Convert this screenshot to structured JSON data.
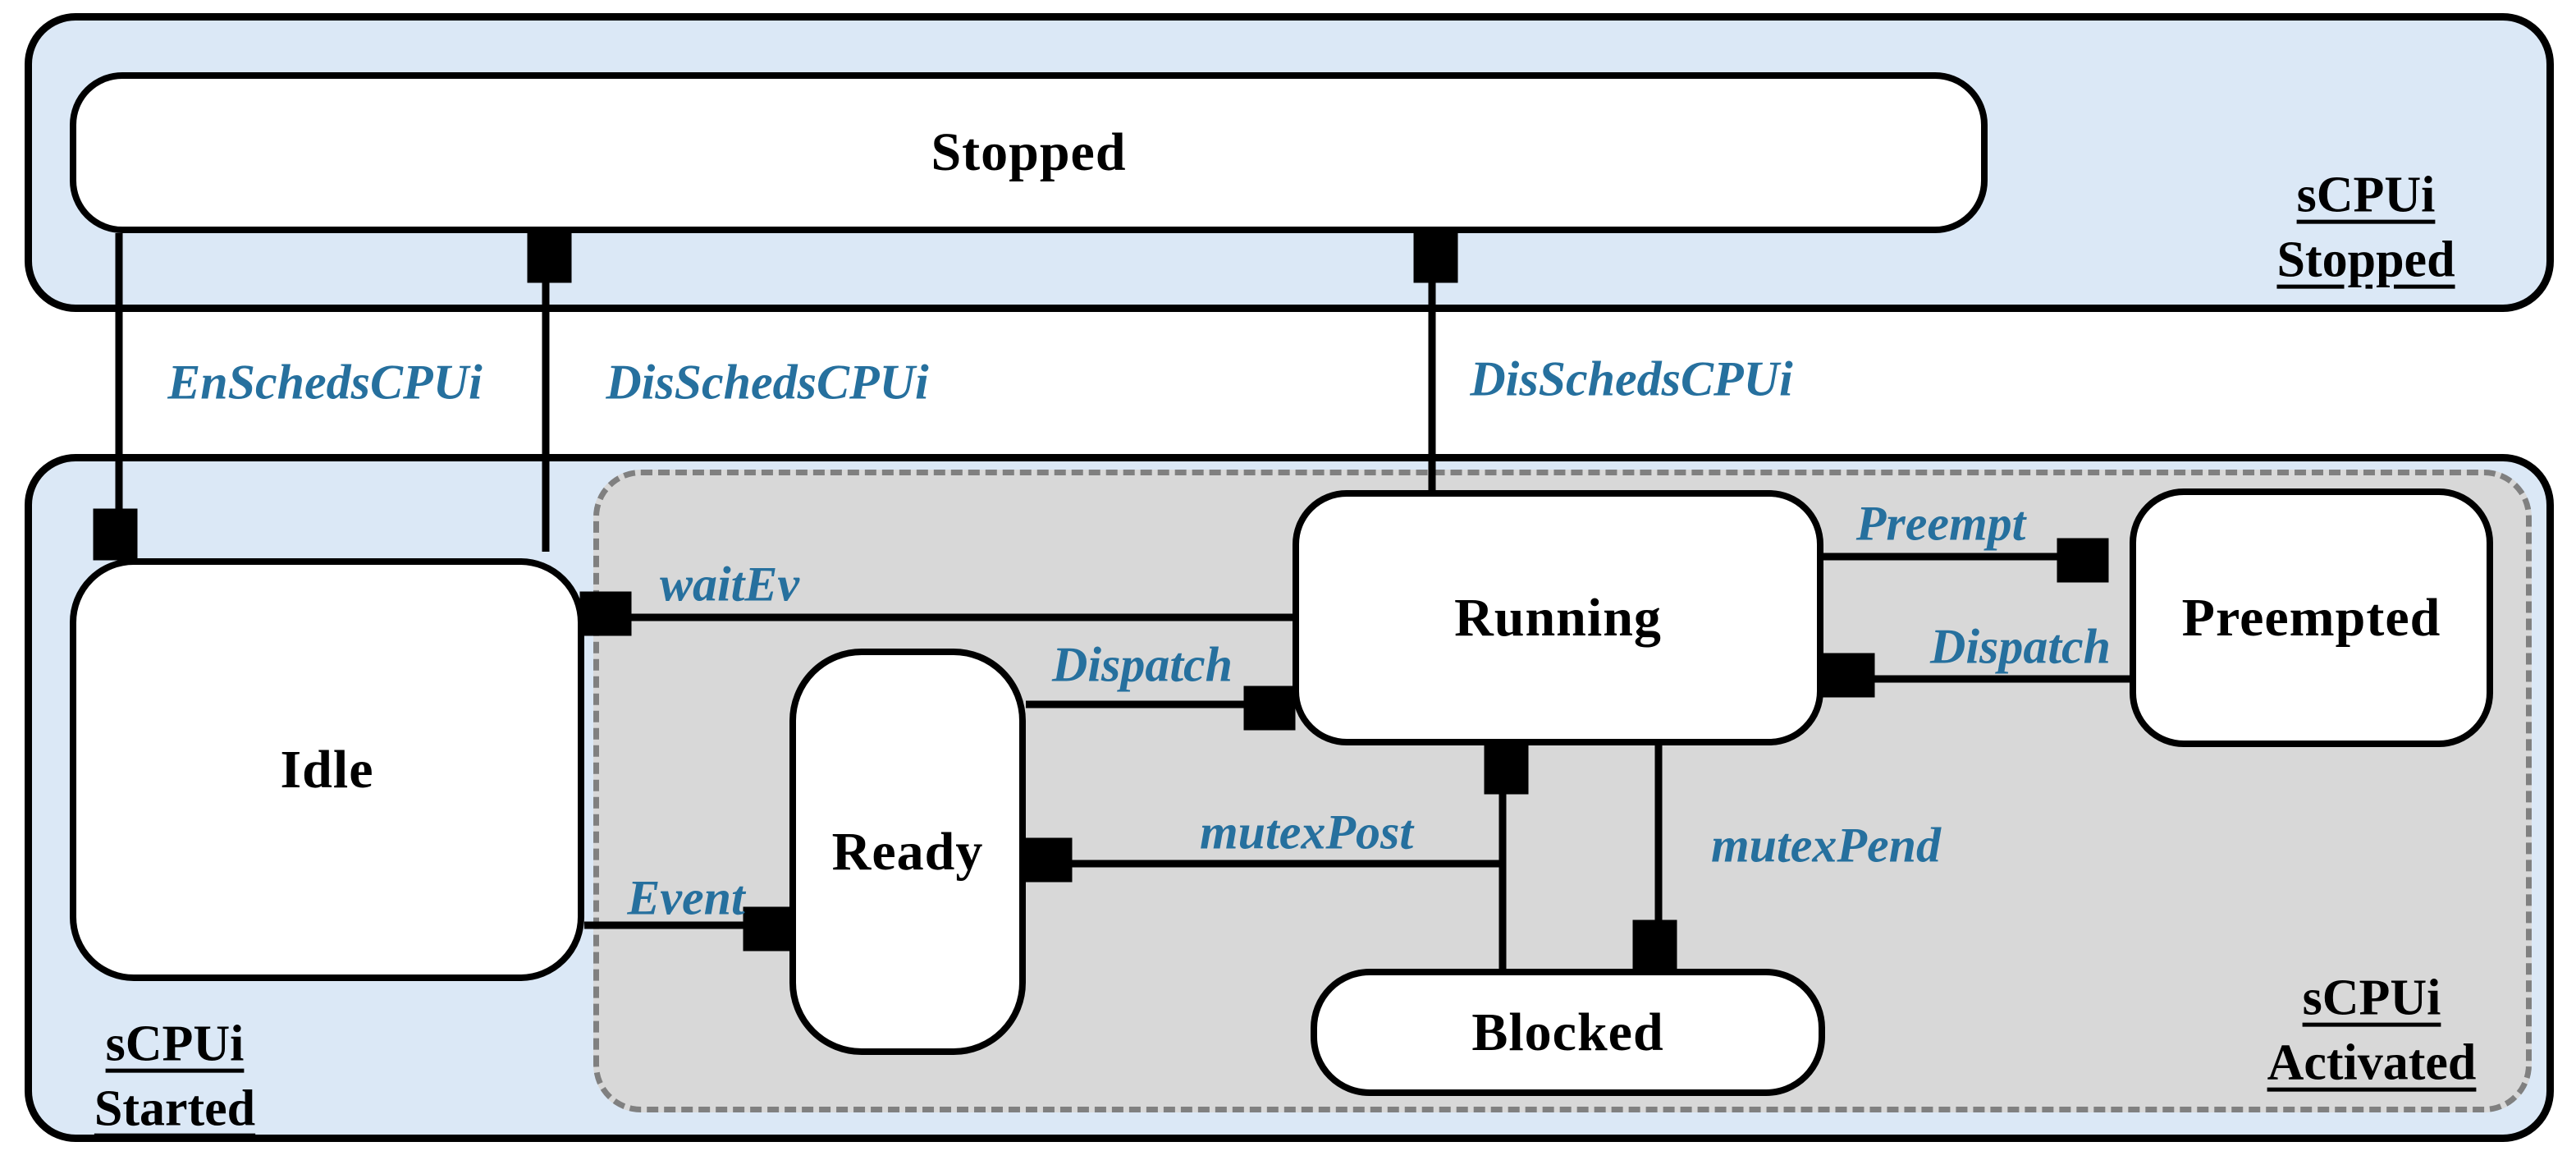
{
  "regions": {
    "stopped": {
      "lines": [
        "sCPUi",
        "Stopped"
      ]
    },
    "started": {
      "lines": [
        "sCPUi",
        "Started"
      ]
    },
    "activated": {
      "lines": [
        "sCPUi",
        "Activated"
      ]
    }
  },
  "states": {
    "stopped": {
      "label": "Stopped"
    },
    "idle": {
      "label": "Idle"
    },
    "ready": {
      "label": "Ready"
    },
    "running": {
      "label": "Running"
    },
    "preempted": {
      "label": "Preempted"
    },
    "blocked": {
      "label": "Blocked"
    }
  },
  "transitions": {
    "enscheds": {
      "label": "EnSchedsCPUi",
      "from": "Stopped",
      "to": "Idle"
    },
    "disscheds_left": {
      "label": "DisSchedsCPUi",
      "from": "Idle",
      "to": "Stopped"
    },
    "disscheds_right": {
      "label": "DisSchedsCPUi",
      "from": "Running",
      "to": "Stopped"
    },
    "waitev": {
      "label": "waitEv",
      "from": "Running",
      "to": "Idle"
    },
    "event": {
      "label": "Event",
      "from": "Idle",
      "to": "Ready"
    },
    "dispatch_ready": {
      "label": "Dispatch",
      "from": "Ready",
      "to": "Running"
    },
    "preempt": {
      "label": "Preempt",
      "from": "Running",
      "to": "Preempted"
    },
    "dispatch_preempted": {
      "label": "Dispatch",
      "from": "Preempted",
      "to": "Running"
    },
    "mutexpend": {
      "label": "mutexPend",
      "from": "Running",
      "to": "Blocked"
    },
    "mutexpost": {
      "label": "mutexPost",
      "from": "Blocked",
      "to": "Ready"
    },
    "unblock": {
      "label": "",
      "from": "Blocked",
      "to": "Running"
    }
  },
  "colors": {
    "background": "#ffffff",
    "region_fill": "#dbe8f6",
    "activated_fill": "#d8d8d8",
    "state_fill": "#ffffff",
    "border": "#000000",
    "dashed_border": "#808080",
    "transition_label": "#26709e",
    "state_label": "#000000"
  }
}
